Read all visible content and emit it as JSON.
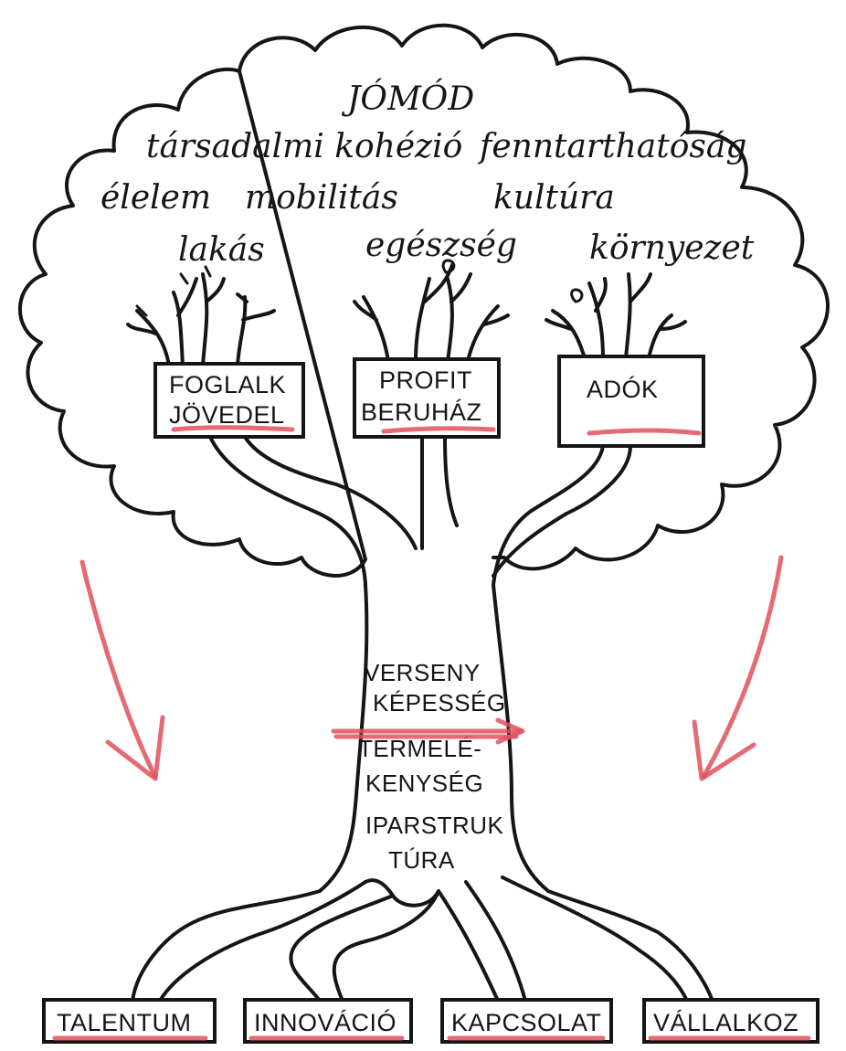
{
  "canopy_words": {
    "top": "JÓMÓD",
    "row1_left": "társadalmi kohézió",
    "row1_right": "fenntarthatóság",
    "row2_left": "élelem",
    "row2_mid": "mobilitás",
    "row2_right": "kultúra",
    "row3_left": "lakás",
    "row3_mid": "egészség",
    "row3_right": "környezet"
  },
  "branch_boxes": {
    "left": {
      "line1": "FOGLALK",
      "line2": "JÖVEDEL"
    },
    "middle": {
      "line1": "PROFIT",
      "line2": "BERUHÁZ"
    },
    "right": {
      "line1": "ADÓK"
    }
  },
  "trunk": {
    "line1": "VERSENY",
    "line2": "KÉPESSÉG",
    "line3": "TERMELÉ-",
    "line4": "KENYSÉG",
    "line5": "IPARSTRUK",
    "line6": "TÚRA"
  },
  "root_boxes": {
    "talentum": "TALENTUM",
    "innovacio": "INNOVÁCIÓ",
    "kapcsolat": "KAPCSOLAT",
    "vallalkoz": "VÁLLALKOZ"
  },
  "colors": {
    "ink": "#151515",
    "accent": "#e0505a"
  }
}
